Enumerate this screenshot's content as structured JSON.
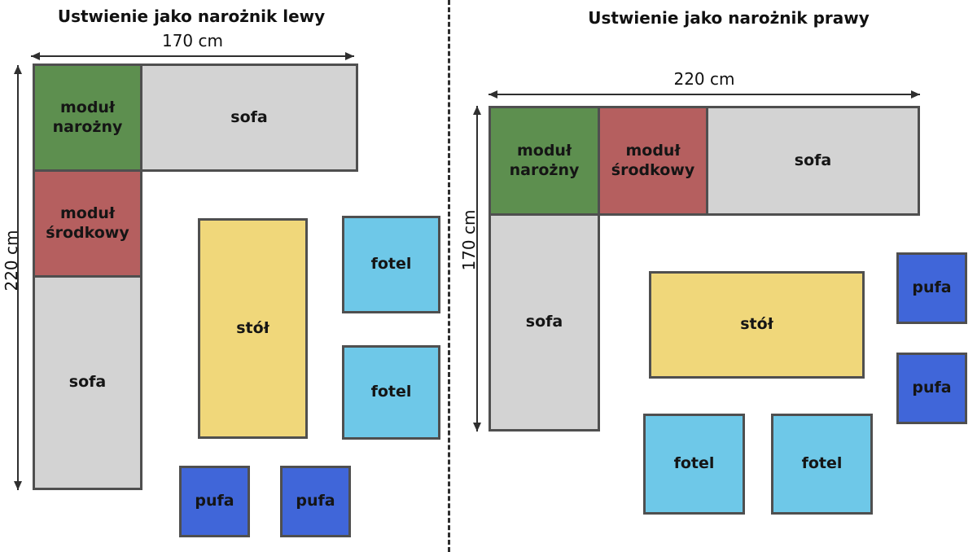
{
  "colors": {
    "corner_module": "#5d8f4f",
    "middle_module": "#b55f5f",
    "sofa": "#d3d3d3",
    "table": "#f0d77a",
    "armchair": "#6ec8e8",
    "pouf": "#4066d9",
    "border": "#4f4f4f"
  },
  "left_panel": {
    "title": "Ustwienie jako narożnik lewy",
    "top_dimension": "170 cm",
    "side_dimension": "220 cm",
    "blocks": {
      "corner_module": "moduł narożny",
      "middle_module": "moduł środkowy",
      "sofa_horizontal": "sofa",
      "sofa_vertical": "sofa",
      "table": "stół",
      "armchair_top": "fotel",
      "armchair_bottom": "fotel",
      "pouf_left": "pufa",
      "pouf_right": "pufa"
    }
  },
  "right_panel": {
    "title": "Ustwienie jako narożnik prawy",
    "top_dimension": "220 cm",
    "side_dimension": "170 cm",
    "blocks": {
      "corner_module": "moduł narożny",
      "middle_module": "moduł środkowy",
      "sofa_horizontal": "sofa",
      "sofa_vertical": "sofa",
      "table": "stół",
      "armchair_left": "fotel",
      "armchair_right": "fotel",
      "pouf_top": "pufa",
      "pouf_bottom": "pufa"
    }
  }
}
